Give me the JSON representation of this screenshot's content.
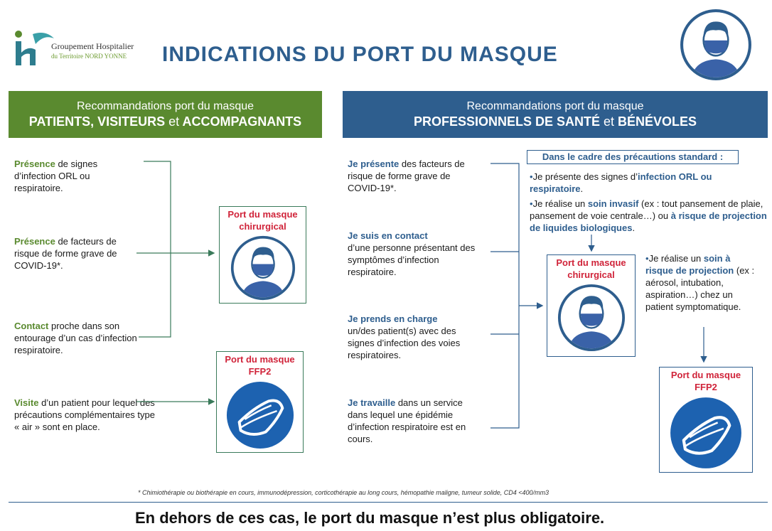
{
  "logo": {
    "line1": "Groupement Hospitalier",
    "line2": "du Territoire NORD YONNE"
  },
  "title": "INDICATIONS DU PORT DU MASQUE",
  "left_header": {
    "line1": "Recommandations port du masque",
    "line2_a": "PATIENTS, VISITEURS",
    "line2_et": "et",
    "line2_b": "ACCOMPAGNANTS"
  },
  "right_header": {
    "line1": "Recommandations port du masque",
    "line2_a": "PROFESSIONNELS DE SANTÉ",
    "line2_et": "et",
    "line2_b": "BÉNÉVOLES"
  },
  "left_items": [
    {
      "bold": "Présence",
      "text": " de signes d’infection ORL ou respiratoire."
    },
    {
      "bold": "Présence",
      "text": " de facteurs de risque de forme grave de COVID-19*."
    },
    {
      "bold": "Contact",
      "text": " proche dans son entourage d’un cas d’infection respiratoire."
    },
    {
      "bold": "Visite",
      "text": " d’un patient pour lequel des précautions complémentaires type « air » sont en place."
    }
  ],
  "right_items": [
    {
      "bold": "Je présente",
      "text": " des facteurs de risque de forme grave de COVID-19*."
    },
    {
      "bold": "Je suis en contact",
      "text": " d’une personne présentant des symptômes d’infection respiratoire."
    },
    {
      "bold": "Je prends en charge",
      "text": " un/des patient(s) avec des signes d’infection des voies respiratoires."
    },
    {
      "bold": "Je travaille",
      "text": " dans un service dans lequel une épidémie d’infection respiratoire est en cours."
    }
  ],
  "standard": {
    "title": "Dans le cadre des précautions standard :",
    "b1_a": "Je présente des signes d’",
    "b1_hl": "infection ORL ou respiratoire",
    "b1_c": ".",
    "b2_a": "Je réalise un ",
    "b2_hl": "soin invasif",
    "b2_b": " (ex : tout pansement de plaie, pansement de voie centrale…) ou ",
    "b2_hl2": "à risque de projection de liquides biologiques",
    "b2_c": "."
  },
  "projection": {
    "a": "Je réalise un ",
    "hl": "soin à risque de projection",
    "b": " (ex : aérosol, intubation, aspiration…) chez un patient symptomatique."
  },
  "mask_surgical": {
    "line1": "Port du masque",
    "line2": "chirurgical"
  },
  "mask_ffp2": {
    "line1": "Port du masque",
    "line2": "FFP2"
  },
  "footnote": "* Chimiothérapie ou biothérapie en cours, immunodépression, corticothérapie au long cours, hémopathie maligne, tumeur solide, CD4 <400/mm3",
  "bottom": "En dehors de ces cas, le port du masque n’est plus obligatoire.",
  "colors": {
    "green": "#5a8a2f",
    "blue": "#2e5e8e",
    "red": "#d0243a"
  }
}
